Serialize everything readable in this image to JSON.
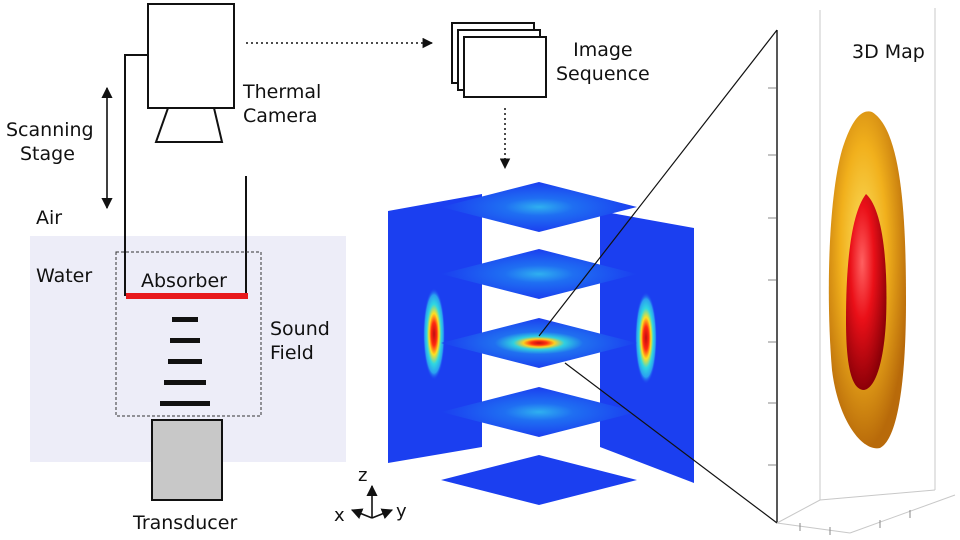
{
  "labels": {
    "scanning_stage_line1": "Scanning",
    "scanning_stage_line2": "Stage",
    "air": "Air",
    "water": "Water",
    "thermal_camera_line1": "Thermal",
    "thermal_camera_line2": "Camera",
    "absorber": "Absorber",
    "sound_field_line1": "Sound",
    "sound_field_line2": "Field",
    "transducer": "Transducer",
    "image_sequence_line1": "Image",
    "image_sequence_line2": "Sequence",
    "map_3d": "3D Map",
    "axis_z": "z",
    "axis_x": "x",
    "axis_y": "y"
  },
  "colors": {
    "water": "#eeeef8",
    "absorber": "#e8191c",
    "transducer": "#c8c8c8",
    "heat_low": "#1b3ff0",
    "heat_mid": "#26c8e8",
    "heat_high": "#e51a12",
    "iso_outer": "#f2b21e",
    "iso_inner": "#e8101a"
  },
  "icons": [
    "thermal-camera-icon",
    "transducer-icon",
    "image-sequence-icon",
    "axis-triad-icon"
  ]
}
